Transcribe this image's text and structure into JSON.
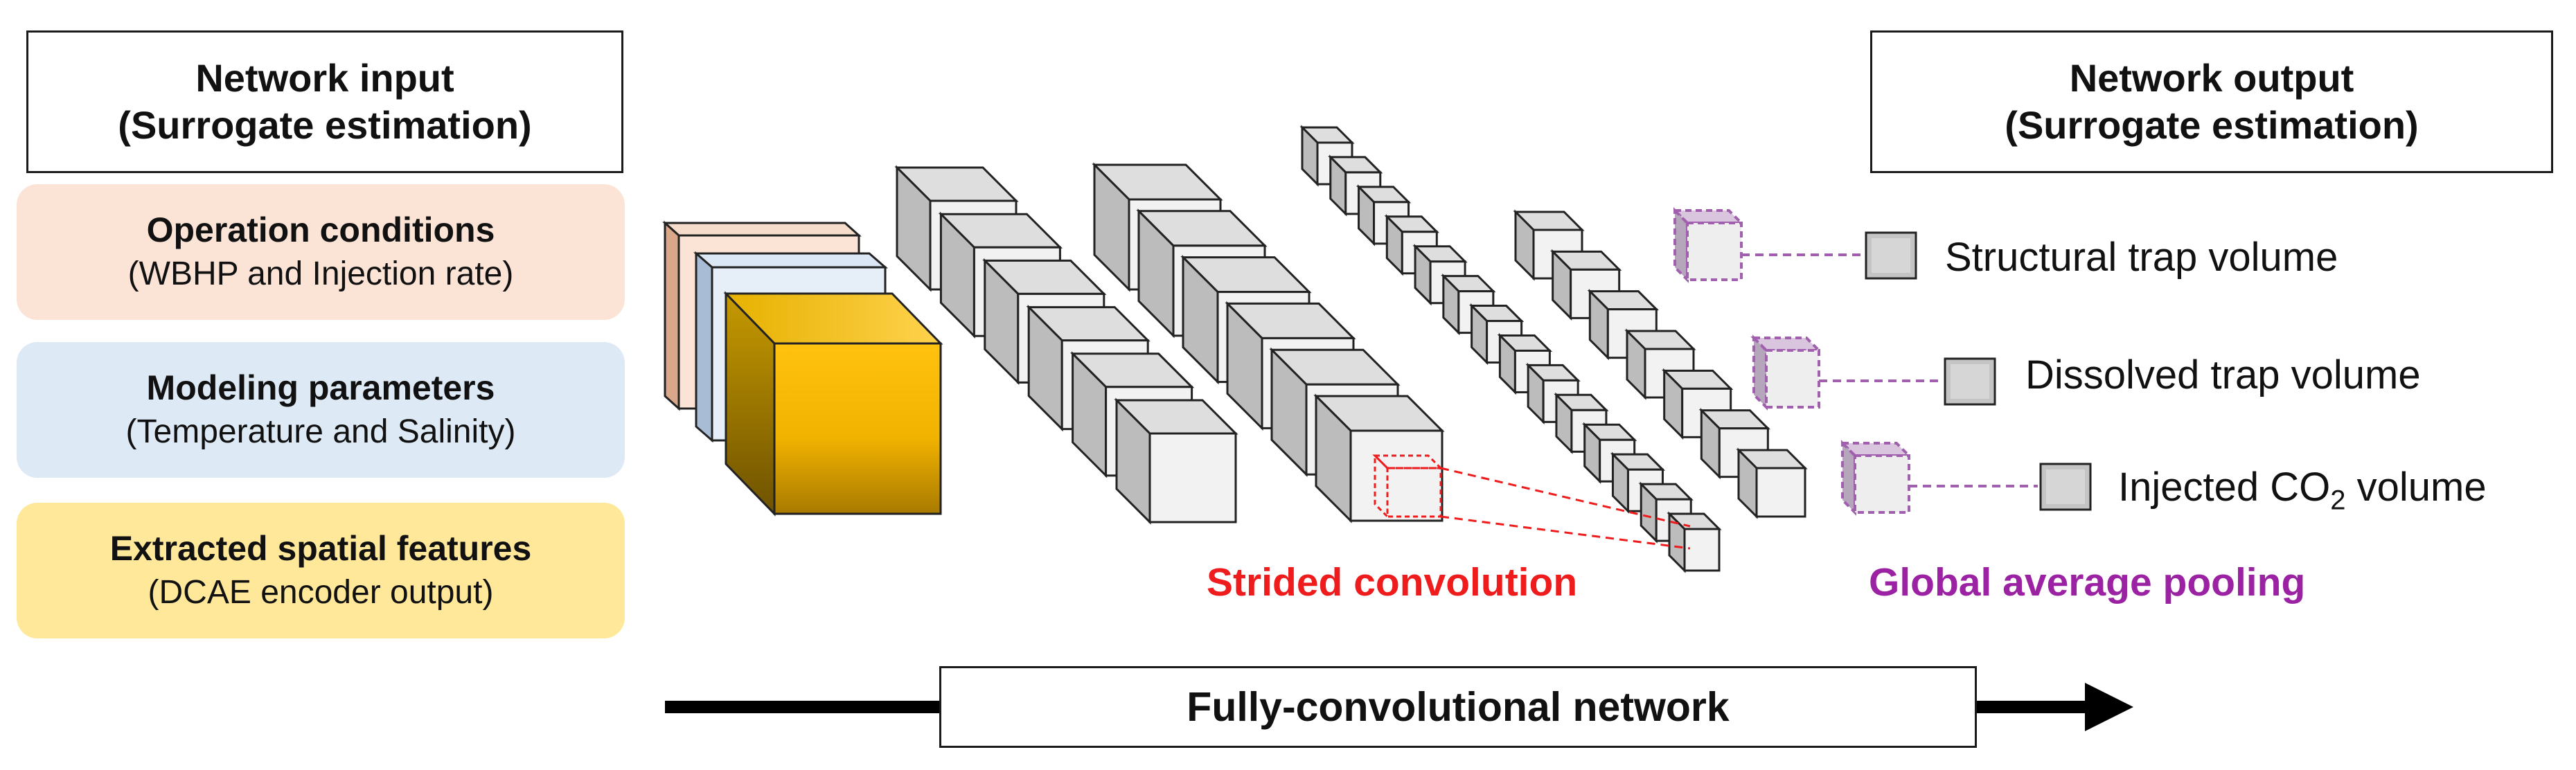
{
  "input_box": {
    "title": "Network input",
    "subtitle": "(Surrogate estimation)"
  },
  "output_box": {
    "title": "Network output",
    "subtitle": "(Surrogate estimation)"
  },
  "inputs": [
    {
      "title": "Operation conditions",
      "detail": "(WBHP and Injection rate)",
      "color": "#fbe3d6"
    },
    {
      "title": "Modeling parameters",
      "detail": "(Temperature and Salinity)",
      "color": "#dde9f5"
    },
    {
      "title": "Extracted spatial features",
      "detail": "(DCAE encoder output)",
      "color": "#ffe89a"
    }
  ],
  "outputs": {
    "structural": "Structural trap volume",
    "dissolved": "Dissolved trap volume",
    "injected_prefix": "Injected CO",
    "injected_sub": "2",
    "injected_suffix": " volume"
  },
  "captions": {
    "strided": "Strided convolution",
    "gap": "Global average pooling",
    "fcn": "Fully-convolutional network"
  },
  "colors": {
    "strided": "#ee1c1c",
    "gap": "#9b22a3",
    "cube_face": "#f2f2f2",
    "cube_side": "#bcbcbc",
    "gold": "#ffc20e",
    "dash_purple": "#a060ad"
  },
  "icons": [
    "cube-icon",
    "arrow-right-icon"
  ]
}
